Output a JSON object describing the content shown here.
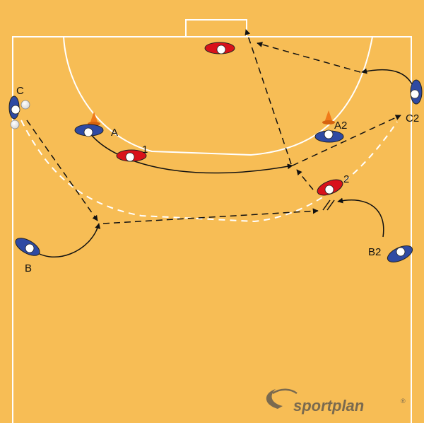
{
  "diagram": {
    "labels": {
      "c": "C",
      "a": "A",
      "one": "1",
      "a2": "A2",
      "c2": "C2",
      "two": "2",
      "b": "B",
      "b2": "B2"
    },
    "brand": {
      "name": "sportplan",
      "mark": "®"
    },
    "colors": {
      "court": "#f7bd55",
      "lines": "#ffffff",
      "attack": "#2f4aa3",
      "defense": "#d9111a",
      "cone": "#f07a1a",
      "path": "#111111"
    }
  }
}
